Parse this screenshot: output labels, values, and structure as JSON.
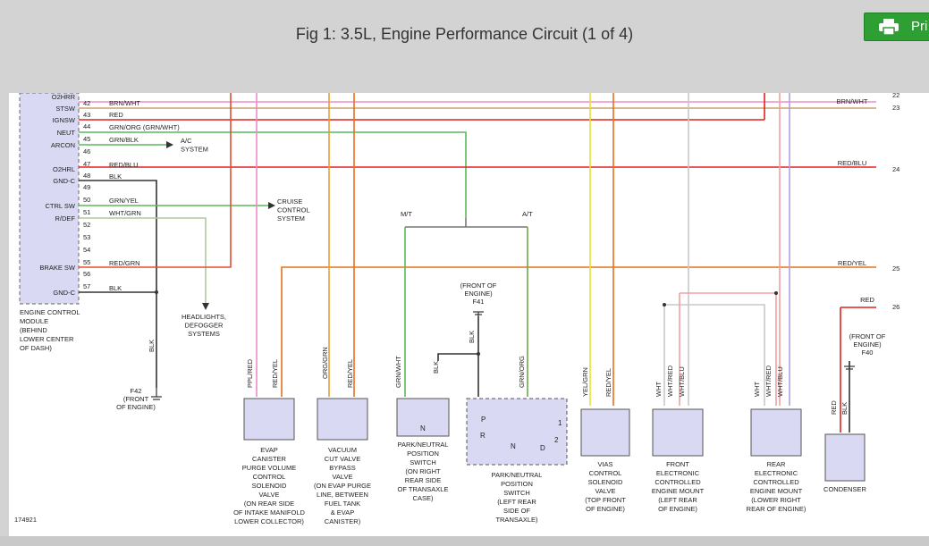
{
  "header": {
    "title": "Fig 1: 3.5L, Engine Performance Circuit (1 of 4)",
    "print_label": "Pri"
  },
  "colors": {
    "accent_green": "#2e9f33",
    "module_fill": "#d9d9f3",
    "wire_red": "#e02020",
    "wire_pink": "#f08cc8",
    "wire_green": "#5cb85c",
    "wire_orange": "#e8701a",
    "wire_yellow": "#e8e030"
  },
  "diagram": {
    "figure_number": "174921",
    "ecm_pins": [
      {
        "name": "O2HRR",
        "num": "42"
      },
      {
        "name": "STSW",
        "num": "43"
      },
      {
        "name": "IGNSW",
        "num": "44"
      },
      {
        "name": "NEUT",
        "num": "45"
      },
      {
        "name": "ARCON",
        "num": "46"
      },
      {
        "name": "",
        "num": "47"
      },
      {
        "name": "O2HRL",
        "num": "48"
      },
      {
        "name": "GND-C",
        "num": "49"
      },
      {
        "name": "",
        "num": "50"
      },
      {
        "name": "CTRL SW",
        "num": "51"
      },
      {
        "name": "R/DEF",
        "num": "52"
      },
      {
        "name": "",
        "num": "53"
      },
      {
        "name": "",
        "num": "54"
      },
      {
        "name": "",
        "num": "55"
      },
      {
        "name": "BRAKE SW",
        "num": "56"
      },
      {
        "name": "",
        "num": "57"
      },
      {
        "name": "GND-C",
        "num": ""
      }
    ],
    "ecm_wire_labels": [
      "BRN/WHT",
      "RED",
      "GRN/ORG (GRN/WHT)",
      "GRN/BLK",
      "RED/BLU",
      "BLK",
      "GRN/YEL",
      "WHT/GRN",
      "RED/GRN",
      "BLK"
    ],
    "ecm_caption": [
      "ENGINE CONTROL",
      "MODULE",
      "(BEHIND",
      "LOWER CENTER",
      "OF DASH)"
    ],
    "ac_label": [
      "A/C",
      "SYSTEM"
    ],
    "cruise_label": [
      "CRUISE",
      "CONTROL",
      "SYSTEM"
    ],
    "headlights_label": [
      "HEADLIGHTS,",
      "DEFOGGER",
      "SYSTEMS"
    ],
    "right_numbers": [
      "22",
      "23",
      "24",
      "25",
      "26"
    ],
    "right_wire_labels": [
      "BRN/WHT",
      "RED/BLU",
      "RED/YEL",
      "RED"
    ],
    "mt_label": "M/T",
    "at_label": "A/T",
    "ground_f41": [
      "(FRONT OF",
      "ENGINE)",
      "F41"
    ],
    "ground_f42": [
      "F42",
      "(FRONT",
      "OF ENGINE)"
    ],
    "ground_f40": [
      "(FRONT OF",
      "ENGINE)",
      "F40"
    ],
    "vertical_wire_labels": [
      "PPL/RED",
      "RED/YEL",
      "ORG/GRN",
      "RED/YEL",
      "GRN/WHT",
      "BLK",
      "BLK",
      "GRN/ORG",
      "YEL/GRN",
      "RED/YEL",
      "WHT",
      "WHT/RED",
      "WHT/BLU",
      "WHT",
      "WHT/RED",
      "WHT/BLU",
      "RED",
      "BLK",
      "BLK"
    ],
    "components": [
      {
        "lines": [
          "EVAP",
          "CANISTER",
          "PURGE VOLUME",
          "CONTROL",
          "SOLENOID",
          "VALVE",
          "(ON REAR SIDE",
          "OF INTAKE MANIFOLD",
          "LOWER COLLECTOR)"
        ]
      },
      {
        "lines": [
          "VACUUM",
          "CUT VALVE",
          "BYPASS",
          "VALVE",
          "(ON EVAP PURGE",
          "LINE, BETWEEN",
          "FUEL TANK",
          "& EVAP",
          "CANISTER)"
        ]
      },
      {
        "lines": [
          "PARK/NEUTRAL",
          "POSITION",
          "SWITCH",
          "(ON RIGHT",
          "REAR SIDE",
          "OF TRANSAXLE",
          "CASE)"
        ]
      },
      {
        "lines": [
          "PARK/NEUTRAL",
          "POSITION",
          "SWITCH",
          "(LEFT REAR",
          "SIDE OF",
          "TRANSAXLE)"
        ]
      },
      {
        "lines": [
          "VIAS",
          "CONTROL",
          "SOLENOID",
          "VALVE",
          "(TOP FRONT",
          "OF ENGINE)"
        ]
      },
      {
        "lines": [
          "FRONT",
          "ELECTRONIC",
          "CONTROLLED",
          "ENGINE MOUNT",
          "(LEFT REAR",
          "OF ENGINE)"
        ]
      },
      {
        "lines": [
          "REAR",
          "ELECTRONIC",
          "CONTROLLED",
          "ENGINE MOUNT",
          "(LOWER RIGHT",
          "REAR OF ENGINE)"
        ]
      },
      {
        "lines": [
          "CONDENSER"
        ]
      }
    ],
    "switch_letters": [
      "N",
      "P",
      "R",
      "N",
      "D",
      "2",
      "1"
    ]
  }
}
